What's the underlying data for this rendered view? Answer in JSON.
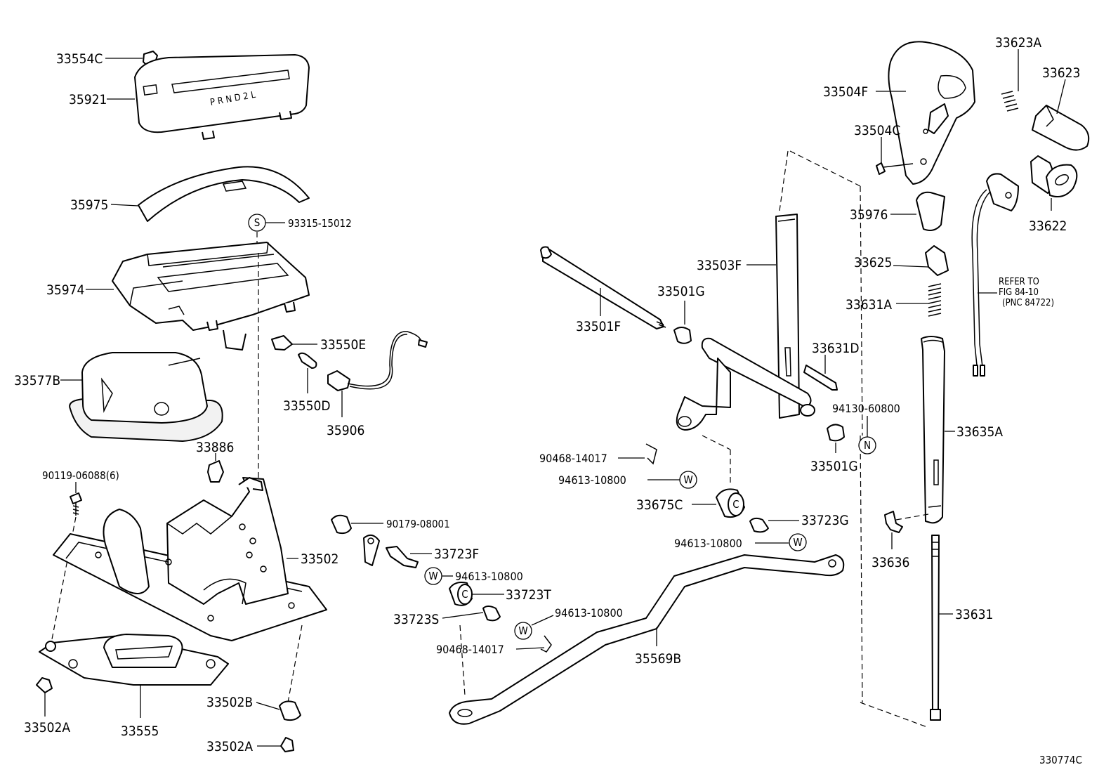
{
  "figure_code": "330774C",
  "labels": {
    "p33554C": "33554C",
    "p35921": "35921",
    "p35975": "35975",
    "p93315": "93315-15012",
    "p35974": "35974",
    "p33550E": "33550E",
    "p33577B": "33577B",
    "p33550D": "33550D",
    "p35906": "35906",
    "p33886": "33886",
    "p90119": "90119-06088(6)",
    "p90179": "90179-08001",
    "p33723F": "33723F",
    "p33502": "33502",
    "p94613a": "94613-10800",
    "p33723T": "33723T",
    "p33723S": "33723S",
    "p94613b": "94613-10800",
    "p90468b": "90468-14017",
    "p33502A_left": "33502A",
    "p33555": "33555",
    "p33502B": "33502B",
    "p33502A_bottom": "33502A",
    "p33501F": "33501F",
    "p33501G_top": "33501G",
    "p33503F": "33503F",
    "p90468a": "90468-14017",
    "p94613c": "94613-10800",
    "p33675C": "33675C",
    "p33723G": "33723G",
    "p94613d": "94613-10800",
    "p35569B": "35569B",
    "p33631D": "33631D",
    "p94130": "94130-60800",
    "p33501G_bottom": "33501G",
    "p33504F": "33504F",
    "p33504C": "33504C",
    "p35976": "35976",
    "p33625": "33625",
    "p33631A": "33631A",
    "p33623A": "33623A",
    "p33623": "33623",
    "p33622": "33622",
    "p33635A": "33635A",
    "p33636": "33636",
    "p33631": "33631"
  },
  "symbols": {
    "s": "S",
    "w": "W",
    "n": "N",
    "c": "C"
  },
  "refer_note": {
    "line1": "REFER TO",
    "line2": "FIG 84-10",
    "line3": "(PNC 84722)"
  },
  "shift_pattern_text": "P R N D 2 L"
}
